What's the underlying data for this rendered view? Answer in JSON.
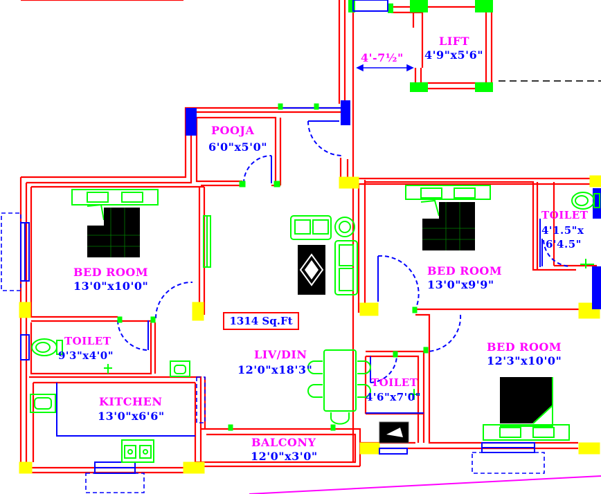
{
  "colors": {
    "wall": "#ff0000",
    "door": "#0000ff",
    "furniture": "#00ff00",
    "label": "#ff00ff",
    "dimension": "#0000ff",
    "column": "#ffff00",
    "column_blue": "#0000ff",
    "fill_dark": "#000000"
  },
  "rooms": {
    "pooja": {
      "name": "POOJA",
      "size": "6'0\"x5'0\""
    },
    "lift": {
      "name": "LIFT",
      "size": "4'9\"x5'6\""
    },
    "corridor": {
      "size": "4'-7½\""
    },
    "bed_left": {
      "name": "BED ROOM",
      "size": "13'0\"x10'0\""
    },
    "bed_right_top": {
      "name": "BED ROOM",
      "size": "13'0\"x9'9\""
    },
    "bed_right_bottom": {
      "name": "BED ROOM",
      "size": "12'3\"x10'0\""
    },
    "toilet_left": {
      "name": "TOILET",
      "size": "9'3\"x4'0\""
    },
    "toilet_right": {
      "name": "TOILET",
      "size_line1": "4'1.5\"x",
      "size_line2": "6'4.5\""
    },
    "toilet_mid": {
      "name": "TOILET",
      "size": "4'6\"x7'0\""
    },
    "kitchen": {
      "name": "KITCHEN",
      "size": "13'0\"x6'6\""
    },
    "liv_din": {
      "name": "LIV/DIN",
      "size": "12'0\"x18'3\""
    },
    "balcony": {
      "name": "BALCONY",
      "size": "12'0\"x3'0\""
    }
  },
  "area": {
    "label": "1314 Sq.Ft"
  },
  "icons": [
    "bed-icon",
    "sofa-icon",
    "dining-table-icon",
    "wc-icon",
    "sink-icon",
    "stove-icon",
    "tv-icon",
    "plant-icon"
  ]
}
